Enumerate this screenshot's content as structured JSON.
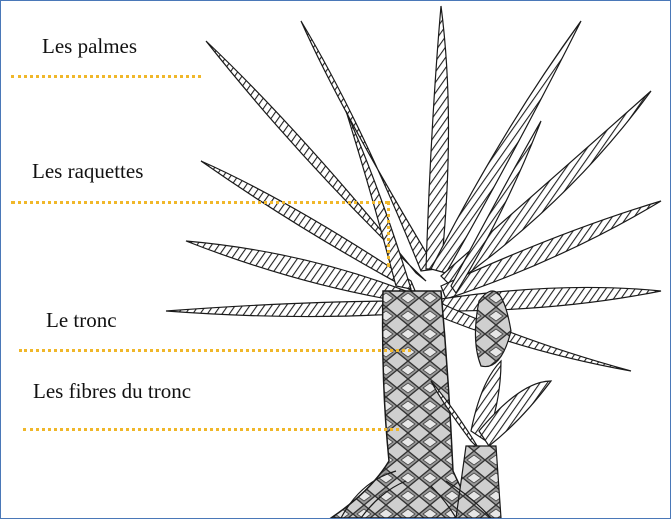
{
  "diagram": {
    "subject": "palm-tree",
    "labels": [
      {
        "id": "palmes",
        "text": "Les palmes"
      },
      {
        "id": "raquettes",
        "text": "Les raquettes"
      },
      {
        "id": "tronc",
        "text": "Le tronc"
      },
      {
        "id": "fibres",
        "text": "Les fibres du tronc"
      }
    ],
    "colors": {
      "leader_line": "#f0b72a",
      "border": "#4a78b8",
      "ink": "#1a1a1a"
    }
  }
}
